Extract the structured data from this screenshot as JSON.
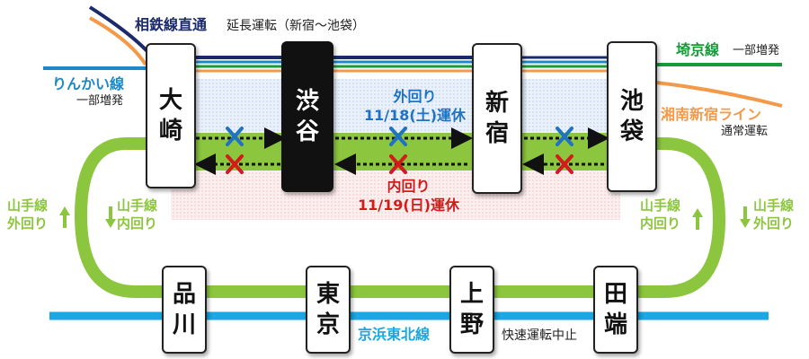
{
  "lines": {
    "sotetsu": {
      "name": "相鉄線直通",
      "note": "延長運転（新宿～池袋）"
    },
    "rinkai": {
      "name": "りんかい線",
      "note": "一部増発"
    },
    "saikyo": {
      "name": "埼京線",
      "note": "一部増発"
    },
    "shonan": {
      "name": "湘南新宿ライン",
      "note": "通常運転"
    },
    "keihin": {
      "name": "京浜東北線",
      "note": "快速運転中止"
    }
  },
  "yamanote": {
    "left_outer_name": "山手線",
    "left_outer_dir": "外回り",
    "left_inner_name": "山手線",
    "left_inner_dir": "内回り",
    "right_inner_name": "山手線",
    "right_inner_dir": "内回り",
    "right_outer_name": "山手線",
    "right_outer_dir": "外回り"
  },
  "suspension": {
    "outer": {
      "label": "外回り",
      "period": "11/18(土)運休"
    },
    "inner": {
      "label": "内回り",
      "period": "11/19(日)運休"
    }
  },
  "stations": {
    "osaki": [
      "大",
      "崎"
    ],
    "shibuya": [
      "渋",
      "谷"
    ],
    "shinjuku": [
      "新",
      "宿"
    ],
    "ikebukuro": [
      "池",
      "袋"
    ],
    "shinagawa": [
      "品",
      "川"
    ],
    "tokyo": [
      "東",
      "京"
    ],
    "ueno": [
      "上",
      "野"
    ],
    "tabata": [
      "田",
      "端"
    ]
  },
  "colors": {
    "yamanote": "#8cc63f",
    "sotetsu": "#1b2a6b",
    "rinkai": "#1e88c8",
    "saikyo": "#1a9a3a",
    "shonan": "#f39a4a",
    "keihin": "#1ba7e3",
    "outer_blue": "#1f73c2",
    "inner_red": "#d21c1c"
  },
  "icons": [
    "x-mark-icon",
    "arrow-up-icon",
    "arrow-down-icon"
  ]
}
